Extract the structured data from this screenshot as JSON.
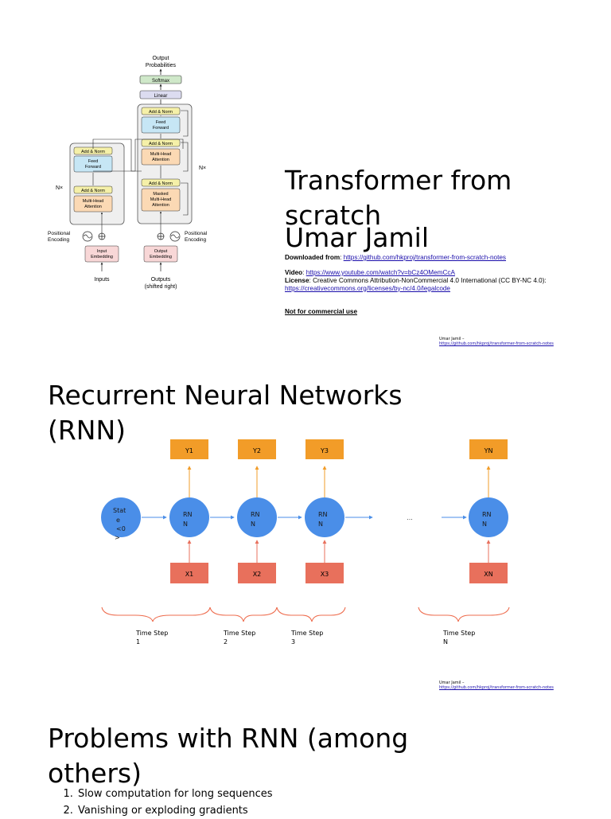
{
  "slide1": {
    "title": "Transformer from scratch",
    "author": "Umar Jamil",
    "downloaded_label": "Downloaded from",
    "downloaded_url": "https://github.com/hkproj/transformer-from-scratch-notes",
    "video_label": "Video",
    "video_url": "https://www.youtube.com/watch?v=bCz4OMemCcA",
    "license_label": "License",
    "license_text": "Creative Commons Attribution-NonCommercial 4.0 International (CC BY-NC 4.0):",
    "license_url": "https://creativecommons.org/licenses/by-nc/4.0/legalcode",
    "notice": "Not for commercial use",
    "footer_name": "Umar Jamil –",
    "footer_url": "https://github.com/hkproj/transformer-from-scratch-notes",
    "diagram": {
      "output_probabilities": [
        "Output",
        "Probabilities"
      ],
      "softmax": "Softmax",
      "linear": "Linear",
      "add_norm": "Add & Norm",
      "feed_forward": [
        "Feed",
        "Forward"
      ],
      "multi_head_attention": [
        "Multi-Head",
        "Attention"
      ],
      "masked_multi_head_attention": [
        "Masked",
        "Multi-Head",
        "Attention"
      ],
      "nx": "N×",
      "positional_encoding": [
        "Positional",
        "Encoding"
      ],
      "input_embedding": [
        "Input",
        "Embedding"
      ],
      "output_embedding": [
        "Output",
        "Embedding"
      ],
      "inputs": "Inputs",
      "outputs": [
        "Outputs",
        "(shifted right)"
      ]
    }
  },
  "slide2": {
    "title": "Recurrent Neural Networks (RNN)",
    "state": [
      "Stat",
      "e",
      "<0",
      ">"
    ],
    "rnn": [
      "RN",
      "N"
    ],
    "outputs": [
      "Y1",
      "Y2",
      "Y3",
      "YN"
    ],
    "inputs": [
      "X1",
      "X2",
      "X3",
      "XN"
    ],
    "ellipsis": "...",
    "time_steps": [
      [
        "Time Step",
        "1"
      ],
      [
        "Time Step",
        "2"
      ],
      [
        "Time Step",
        "3"
      ],
      [
        "Time Step",
        "N"
      ]
    ],
    "footer_name": "Umar Jamil –",
    "footer_url": "https://github.com/hkproj/transformer-from-scratch-notes",
    "colors": {
      "node": "#4a8ee8",
      "output_box": "#f29c28",
      "input_box": "#e8705c",
      "brace": "#ee6d4f"
    }
  },
  "slide3": {
    "title": "Problems with RNN (among others)",
    "problems": [
      "Slow computation for long sequences",
      "Vanishing or exploding gradients"
    ]
  }
}
